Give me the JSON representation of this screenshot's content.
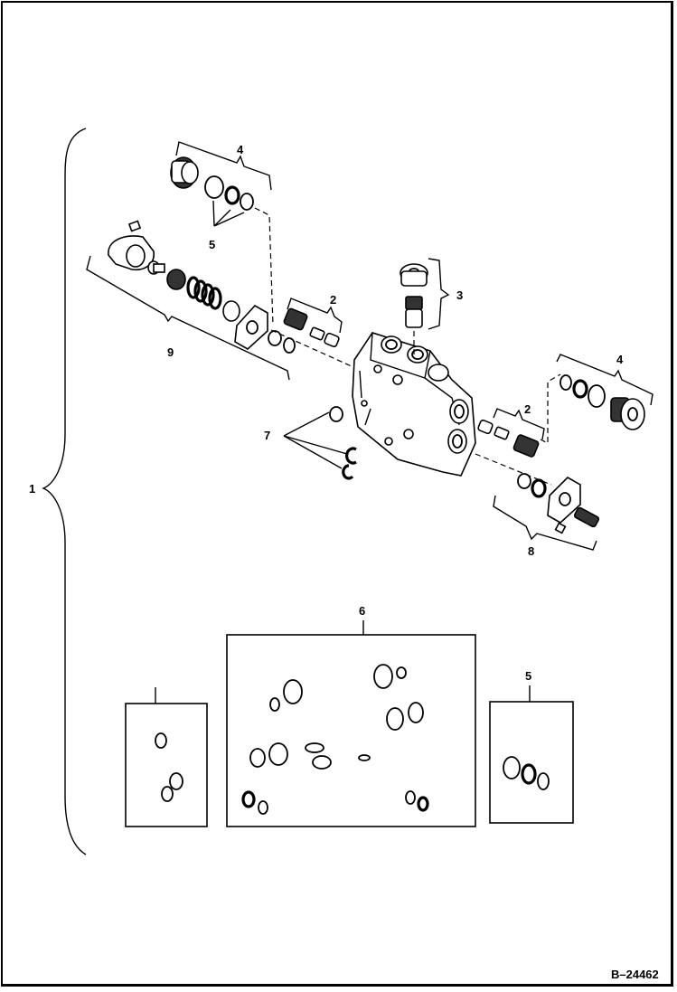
{
  "drawing_code": "B–24462",
  "callouts": {
    "c1": "1",
    "c2a": "2",
    "c2b": "2",
    "c3": "3",
    "c4a": "4",
    "c4b": "4",
    "c5a": "5",
    "c5b": "5",
    "c6": "6",
    "c7": "7",
    "c8": "8",
    "c9": "9"
  }
}
